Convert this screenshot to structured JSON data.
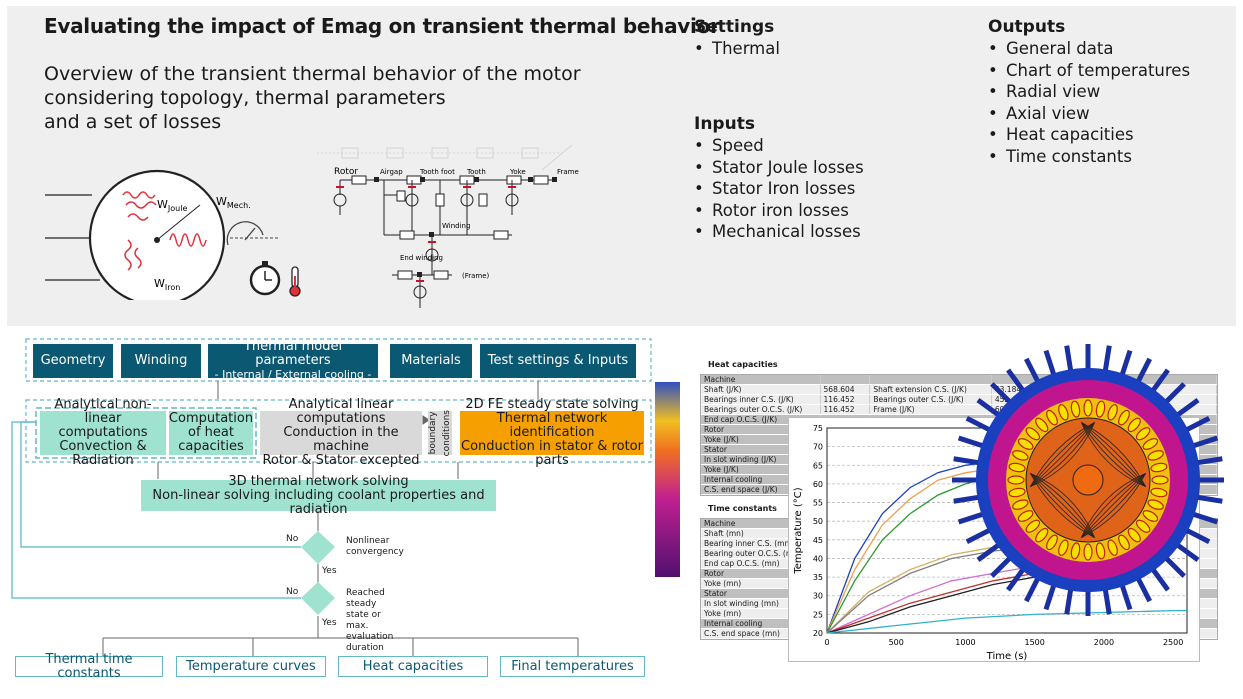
{
  "header": {
    "title": "Evaluating the impact of Emag on transient thermal behavior",
    "subtitle_lines": [
      "Overview of the transient thermal behavior of the motor",
      "considering topology, thermal parameters",
      "and a set of losses"
    ]
  },
  "settings": {
    "title": "Settings",
    "items": [
      "Thermal"
    ]
  },
  "inputs": {
    "title": "Inputs",
    "items": [
      "Speed",
      "Stator Joule losses",
      "Stator Iron losses",
      "Rotor iron losses",
      "Mechanical losses"
    ]
  },
  "outputs": {
    "title": "Outputs",
    "items": [
      "General data",
      "Chart of temperatures",
      "Radial view",
      "Axial view",
      "Heat capacities",
      "Time constants"
    ]
  },
  "motor_labels": {
    "joule": "W",
    "joule_sub": "Joule",
    "mech": "W",
    "mech_sub": "Mech.",
    "iron": "W",
    "iron_sub": "Iron"
  },
  "circuit_labels": [
    "Rotor",
    "Airgap",
    "Tooth foot",
    "Tooth",
    "Yoke",
    "Frame",
    "Winding",
    "End winding",
    "(Frame)"
  ],
  "flow": {
    "top_boxes": [
      "Geometry",
      "Winding",
      "Thermal model parameters",
      "- Internal / External cooling -",
      "Materials",
      "Test settings & Inputs"
    ],
    "analytical_nonlinear": [
      "Analytical non-linear",
      "computations",
      "Convection & Radiation"
    ],
    "heat_cap": [
      "Computation",
      "of heat",
      "capacities"
    ],
    "analytical_linear": [
      "Analytical linear computations",
      "Conduction in the machine",
      "Rotor & Stator excepted"
    ],
    "boundary": [
      "boundary",
      "conditions"
    ],
    "fe": [
      "2D FE steady state solving",
      "Thermal network identification",
      "Conduction in stator & rotor parts"
    ],
    "network3d": [
      "3D thermal network solving",
      "Non-linear solving including coolant properties and radiation"
    ],
    "decision1": {
      "label": [
        "Nonlinear",
        "convergency"
      ],
      "no": "No",
      "yes": "Yes"
    },
    "decision2": {
      "label": [
        "Reached steady state or",
        "max. evaluation duration"
      ],
      "no": "No",
      "yes": "Yes"
    },
    "outputs": [
      "Thermal time constants",
      "Temperature curves",
      "Heat capacities",
      "Final temperatures"
    ]
  },
  "tables": {
    "heat_title": "Heat capacities",
    "heat_rows": [
      [
        "Machine",
        "",
        "",
        ""
      ],
      [
        "Shaft (J/K)",
        "568.604",
        "Shaft extension C.S. (J/K)",
        "63.184"
      ],
      [
        "Bearings inner C.S. (J/K)",
        "116.452",
        "Bearings outer C.S. (J/K)",
        "452"
      ],
      [
        "Bearings outer O.C.S. (J/K)",
        "116.452",
        "Frame (J/K)",
        "607"
      ],
      [
        "End cap O.C.S. (J/K)",
        "",
        "",
        ""
      ],
      [
        "Rotor",
        "",
        "",
        ""
      ],
      [
        "Yoke (J/K)",
        "",
        "",
        ""
      ],
      [
        "Stator",
        "",
        "",
        ""
      ],
      [
        "In slot winding (J/K)",
        "",
        "",
        ""
      ],
      [
        "Yoke (J/K)",
        "",
        "",
        ""
      ],
      [
        "Internal cooling",
        "",
        "",
        ""
      ],
      [
        "C.S. end space (J/K)",
        "",
        "",
        ""
      ]
    ],
    "time_title": "Time constants",
    "time_rows": [
      "Machine",
      "Shaft (mn)",
      "Bearing inner C.S. (mn)",
      "Bearing outer O.C.S. (mn)",
      "End cap O.C.S. (mn)",
      "Rotor",
      "Yoke (mn)",
      "Stator",
      "In slot winding (mn)",
      "Yoke (mn)",
      "Internal cooling",
      "C.S. end space (mn)"
    ]
  },
  "chart_data": {
    "type": "line",
    "xlabel": "Time (s)",
    "ylabel": "Temperature (°C)",
    "xlim": [
      0,
      2600
    ],
    "ylim": [
      20,
      75
    ],
    "xticks": [
      0,
      500,
      1000,
      1500,
      2000,
      2500
    ],
    "yticks": [
      20,
      25,
      30,
      35,
      40,
      45,
      50,
      55,
      60,
      65,
      70,
      75
    ],
    "grid": true,
    "series": [
      {
        "color": "#1f3fc4",
        "x": [
          0,
          200,
          400,
          600,
          800,
          1000,
          1200
        ],
        "y": [
          20,
          40,
          52,
          59,
          63,
          65,
          66
        ]
      },
      {
        "color": "#f0a050",
        "x": [
          0,
          200,
          400,
          600,
          800,
          1000,
          1200
        ],
        "y": [
          20,
          37,
          49,
          56,
          61,
          63,
          64
        ]
      },
      {
        "color": "#2a9a2a",
        "x": [
          0,
          200,
          400,
          600,
          800,
          1000,
          1200
        ],
        "y": [
          20,
          34,
          45,
          52,
          57,
          60,
          62
        ]
      },
      {
        "color": "#d4b060",
        "x": [
          0,
          300,
          600,
          900,
          1200,
          1500
        ],
        "y": [
          20,
          31,
          37,
          41,
          43,
          44
        ]
      },
      {
        "color": "#808080",
        "x": [
          0,
          300,
          600,
          900,
          1200,
          1500
        ],
        "y": [
          20,
          30,
          36,
          40,
          42,
          43
        ]
      },
      {
        "color": "#d070d0",
        "x": [
          0,
          300,
          600,
          900,
          1200,
          1500,
          1800
        ],
        "y": [
          20,
          25,
          30,
          34,
          36,
          38,
          39
        ]
      },
      {
        "color": "#c03030",
        "x": [
          0,
          300,
          600,
          900,
          1200,
          1500,
          1800
        ],
        "y": [
          20,
          24,
          28,
          31,
          34,
          36,
          37
        ]
      },
      {
        "color": "#202020",
        "x": [
          0,
          300,
          600,
          900,
          1200,
          1500,
          1800
        ],
        "y": [
          20,
          23,
          27,
          30,
          33,
          35,
          36
        ]
      },
      {
        "color": "#30b0d0",
        "x": [
          0,
          500,
          1000,
          1500,
          2000,
          2500,
          2600
        ],
        "y": [
          20,
          22,
          24,
          25,
          25.5,
          26,
          26
        ]
      }
    ]
  }
}
